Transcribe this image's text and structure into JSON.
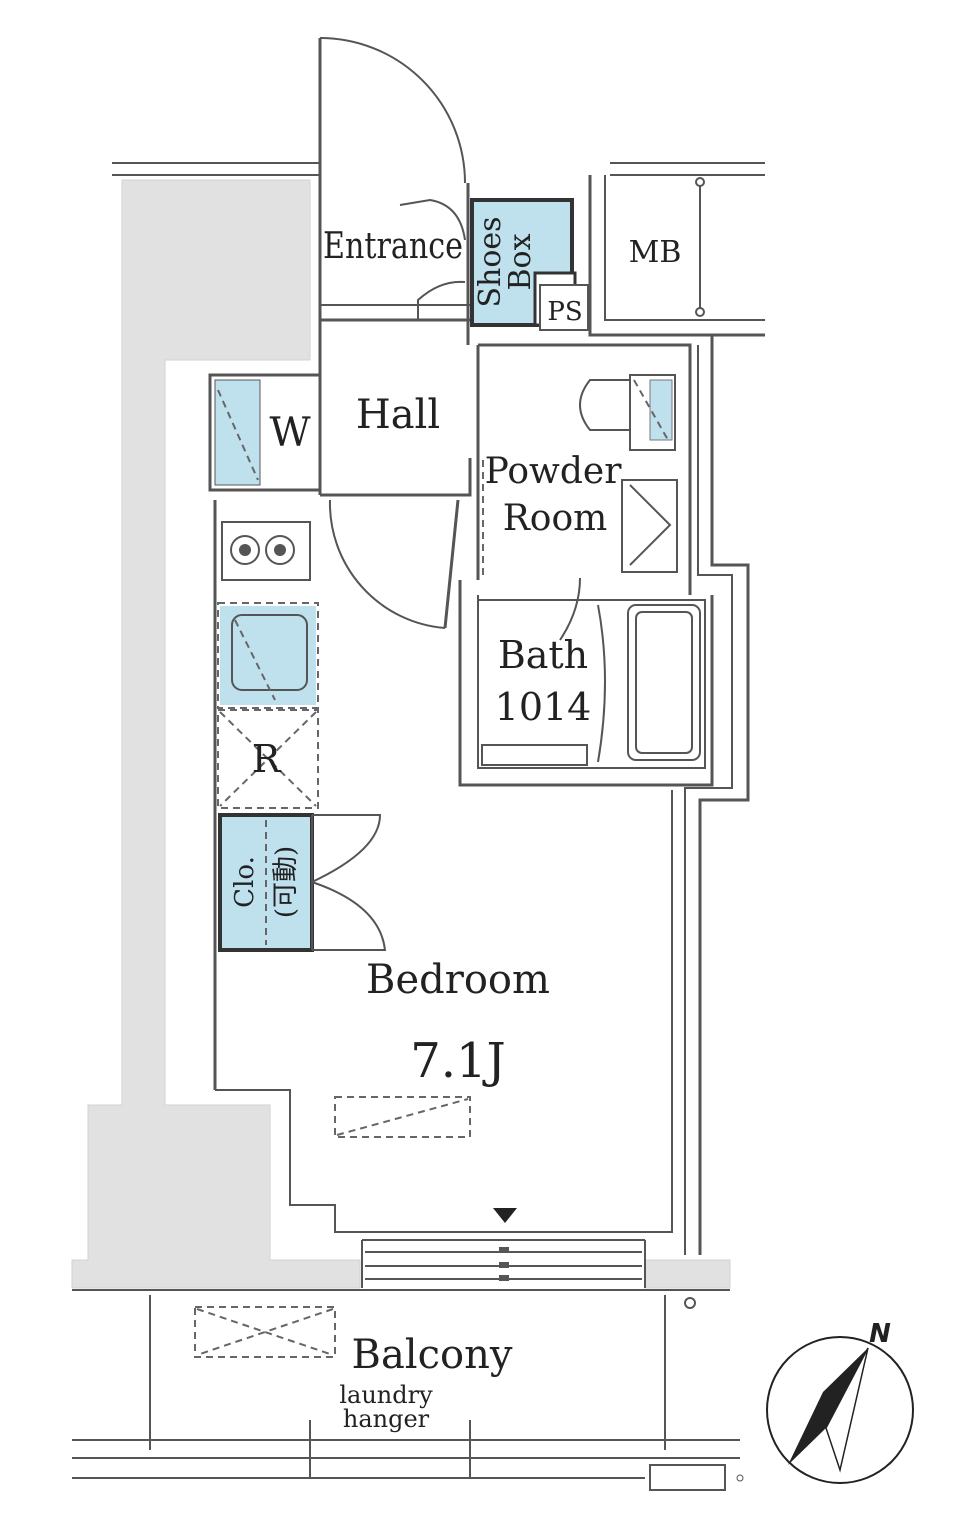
{
  "floor_plan": {
    "rooms": {
      "entrance": "Entrance",
      "shoes_box_line1": "Shoes",
      "shoes_box_line2": "Box",
      "ps": "PS",
      "mb": "MB",
      "hall": "Hall",
      "washer": "W",
      "powder_room_line1": "Powder",
      "powder_room_line2": "Room",
      "bath": "Bath",
      "bath_size": "1014",
      "refrigerator": "R",
      "closet": "Clo.",
      "closet_note": "(可動)",
      "bedroom": "Bedroom",
      "bedroom_size": "7.1J",
      "balcony": "Balcony",
      "laundry_line1": "laundry",
      "laundry_line2": "hanger"
    },
    "compass": {
      "label": "N"
    },
    "colors": {
      "wall": "#555555",
      "column_fill": "#e1e1e1",
      "storage_fill": "#bfe1ee",
      "accent_dark": "#222222"
    }
  }
}
